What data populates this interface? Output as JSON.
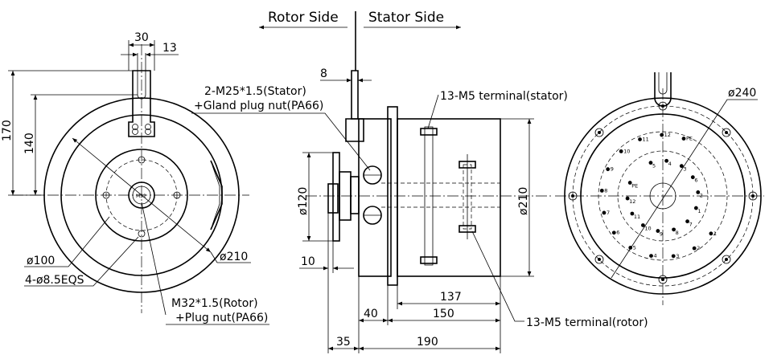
{
  "header": {
    "rotor_side": "Rotor Side",
    "stator_side": "Stator Side"
  },
  "left_view": {
    "dim_30": "30",
    "dim_13": "13",
    "dim_170": "170",
    "dim_140": "140",
    "dim_d100": "ø100",
    "dim_holes": "4-ø8.5EQS",
    "dim_d210": "ø210",
    "rotor_thread_line1": "M32*1.5(Rotor)",
    "rotor_thread_line2": "+Plug nut(PA66)",
    "hub_label": "M32"
  },
  "side_view": {
    "dim_8": "8",
    "stator_gland_line1": "2-M25*1.5(Stator)",
    "stator_gland_line2": "+Gland plug nut(PA66)",
    "terminal_stator": "13-M5 terminal(stator)",
    "terminal_rotor": "13-M5 terminal(rotor)",
    "dim_d120": "ø120",
    "dim_d210": "ø210",
    "dim_10": "10",
    "dim_137": "137",
    "dim_40": "40",
    "dim_150": "150",
    "dim_35": "35",
    "dim_190": "190"
  },
  "right_view": {
    "dim_d240": "ø240",
    "outer_terminals": [
      "PE",
      "12",
      "11",
      "10",
      "9",
      "8",
      "7",
      "6",
      "5",
      "4",
      "3",
      "2",
      "1"
    ],
    "inner_terminals": [
      "5",
      "4",
      "3",
      "6",
      "2",
      "1",
      "7",
      "8",
      "9",
      "10",
      "11",
      "12",
      "PE"
    ]
  }
}
